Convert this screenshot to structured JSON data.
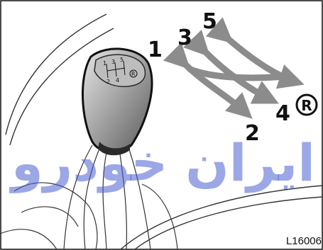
{
  "gears": {
    "g1": "1",
    "g2": "2",
    "g3": "3",
    "g4": "4",
    "g5": "5",
    "reverse": "R"
  },
  "knob_pattern": [
    "1",
    "3",
    "5",
    "2",
    "4",
    "R"
  ],
  "figure_code": "L16006",
  "watermark": "ایران خودرو",
  "colors": {
    "arrow_gray": "#8c8c8c",
    "watermark_blue": "#4a5fd0",
    "line": "#111111",
    "knob_dark": "#2a2a2a",
    "knob_light": "#cfcfcf"
  }
}
